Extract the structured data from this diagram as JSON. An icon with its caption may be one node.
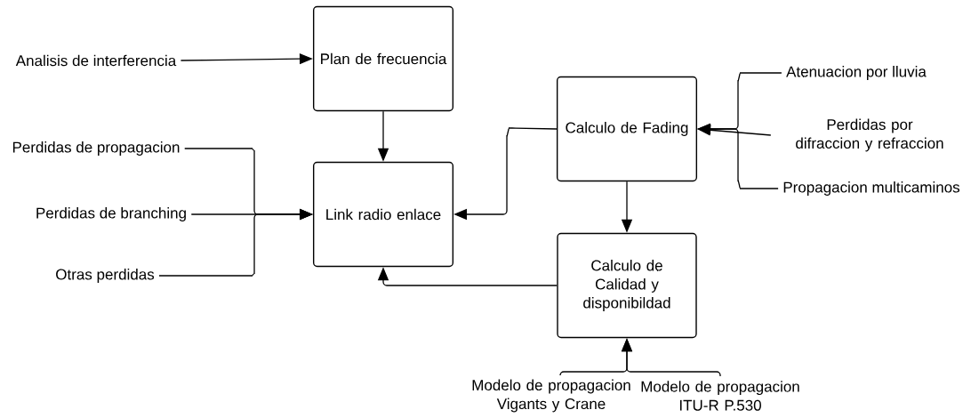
{
  "diagram": {
    "nodes": [
      {
        "text": [
          "Analisis de interferencia"
        ]
      },
      {
        "text": [
          "Plan de frecuencia"
        ]
      },
      {
        "text": [
          "Perdidas de propagacion"
        ]
      },
      {
        "text": [
          "Perdidas de branching"
        ]
      },
      {
        "text": [
          "Otras perdidas"
        ]
      },
      {
        "text": [
          "Link radio enlace"
        ]
      },
      {
        "text": [
          "Calculo de Fading"
        ]
      },
      {
        "text": [
          "Atenuacion por lluvia"
        ]
      },
      {
        "text": [
          "Perdidas por difraccion y refraccion"
        ]
      },
      {
        "text": [
          "Propagacion multicaminos"
        ]
      },
      {
        "text": [
          "Calculo de Calidad y disponibildad"
        ]
      },
      {
        "text": [
          "Modelo de propagacion Vigants y Crane"
        ]
      },
      {
        "text": [
          "Modelo de propagacion ITU-R P.530"
        ]
      }
    ],
    "edges": [
      {
        "from": 0,
        "to": 1,
        "arrow": "to"
      },
      {
        "from": 1,
        "to": 5,
        "arrow": "to"
      },
      {
        "from": 2,
        "to": 5,
        "arrow": "to"
      },
      {
        "from": 3,
        "to": 5,
        "arrow": "to"
      },
      {
        "from": 4,
        "to": 5,
        "arrow": "to"
      },
      {
        "from": 6,
        "to": 5,
        "arrow": "to"
      },
      {
        "from": 7,
        "to": 6,
        "arrow": "to"
      },
      {
        "from": 8,
        "to": 6,
        "arrow": "to"
      },
      {
        "from": 9,
        "to": 6,
        "arrow": "to"
      },
      {
        "from": 6,
        "to": 10,
        "arrow": "to"
      },
      {
        "from": 10,
        "to": 5,
        "arrow": "to"
      },
      {
        "from": 11,
        "to": 10,
        "arrow": "to"
      },
      {
        "from": 12,
        "to": 10,
        "arrow": "to"
      }
    ]
  }
}
